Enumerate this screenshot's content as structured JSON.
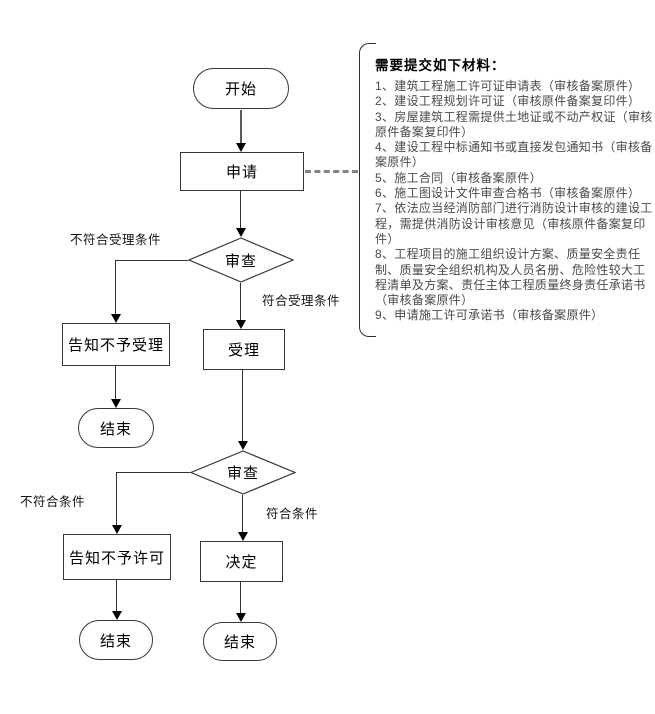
{
  "figure": {
    "background": "#ffffff",
    "line_color": "#303030",
    "dashed_connector_color": "#848484",
    "list_text_color": "#4a4a4a"
  },
  "flowchart": {
    "nodes": [
      {
        "id": "start",
        "type": "terminator",
        "label": "开始"
      },
      {
        "id": "apply",
        "type": "process",
        "label": "申请"
      },
      {
        "id": "review1",
        "type": "decision",
        "label": "审查"
      },
      {
        "id": "notify_not_accept",
        "type": "process",
        "label": "告知不予受理"
      },
      {
        "id": "accept",
        "type": "process",
        "label": "受理"
      },
      {
        "id": "end1",
        "type": "terminator",
        "label": "结束"
      },
      {
        "id": "review2",
        "type": "decision",
        "label": "审查"
      },
      {
        "id": "notify_not_permit",
        "type": "process",
        "label": "告知不予许可"
      },
      {
        "id": "decide",
        "type": "process",
        "label": "决定"
      },
      {
        "id": "end2",
        "type": "terminator",
        "label": "结束"
      },
      {
        "id": "end3",
        "type": "terminator",
        "label": "结束"
      }
    ],
    "edge_labels": {
      "review1_fail": "不符合受理条件",
      "review1_pass": "符合受理条件",
      "review2_fail": "不符合条件",
      "review2_pass": "符合条件"
    }
  },
  "materials": {
    "title": "需要提交如下材料：",
    "items": [
      "1、建筑工程施工许可证申请表（审核备案原件）",
      "2、建设工程规划许可证（审核原件备案复印件）",
      "3、房屋建筑工程需提供土地证或不动产权证（审核原件备案复印件）",
      "4、建设工程中标通知书或直接发包通知书（审核备案原件）",
      "5、施工合同（审核备案原件）",
      "6、施工图设计文件审查合格书（审核备案原件）",
      "7、依法应当经消防部门进行消防设计审核的建设工程，需提供消防设计审核意见（审核原件备案复印件）",
      "8、工程项目的施工组织设计方案、质量安全责任制、质量安全组织机构及人员名册、危险性较大工程清单及方案、责任主体工程质量终身责任承诺书（审核备案原件）",
      "9、申请施工许可承诺书（审核备案原件）"
    ]
  }
}
